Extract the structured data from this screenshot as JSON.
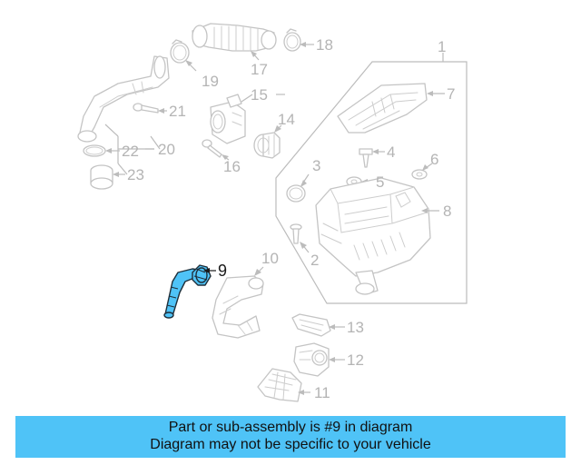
{
  "diagram": {
    "callouts": {
      "c1": "1",
      "c2": "2",
      "c3": "3",
      "c4": "4",
      "c5": "5",
      "c6": "6",
      "c7": "7",
      "c8": "8",
      "c9": "9",
      "c10": "10",
      "c11": "11",
      "c12": "12",
      "c13": "13",
      "c14": "14",
      "c15": "15",
      "c16": "16",
      "c17": "17",
      "c18": "18",
      "c19": "19",
      "c20": "20",
      "c21": "21",
      "c22": "22",
      "c23": "23"
    },
    "highlighted_part": "9",
    "highlight_color": "#4fc3f7",
    "line_color": "#bcbcbc"
  },
  "banner": {
    "line1": "Part or sub-assembly is #9 in diagram",
    "line2": "Diagram may not be specific to your vehicle",
    "background": "#4fc3f7"
  }
}
